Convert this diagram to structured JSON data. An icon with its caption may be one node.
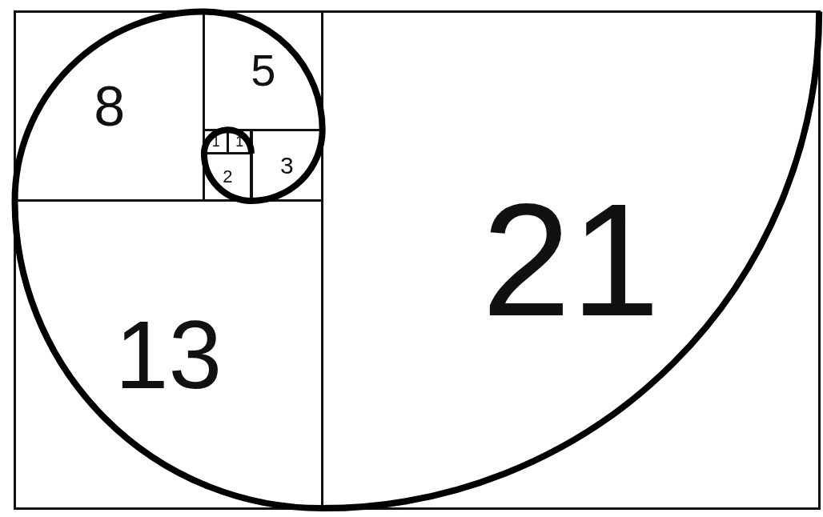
{
  "diagram": {
    "nodes": [
      {
        "text": [
          "8"
        ]
      },
      {
        "text": [
          "5"
        ]
      },
      {
        "text": [
          "1"
        ]
      },
      {
        "text": [
          "1"
        ]
      },
      {
        "text": [
          "3"
        ]
      },
      {
        "text": [
          "2"
        ]
      },
      {
        "text": [
          "21"
        ]
      },
      {
        "text": [
          "13"
        ]
      }
    ]
  }
}
